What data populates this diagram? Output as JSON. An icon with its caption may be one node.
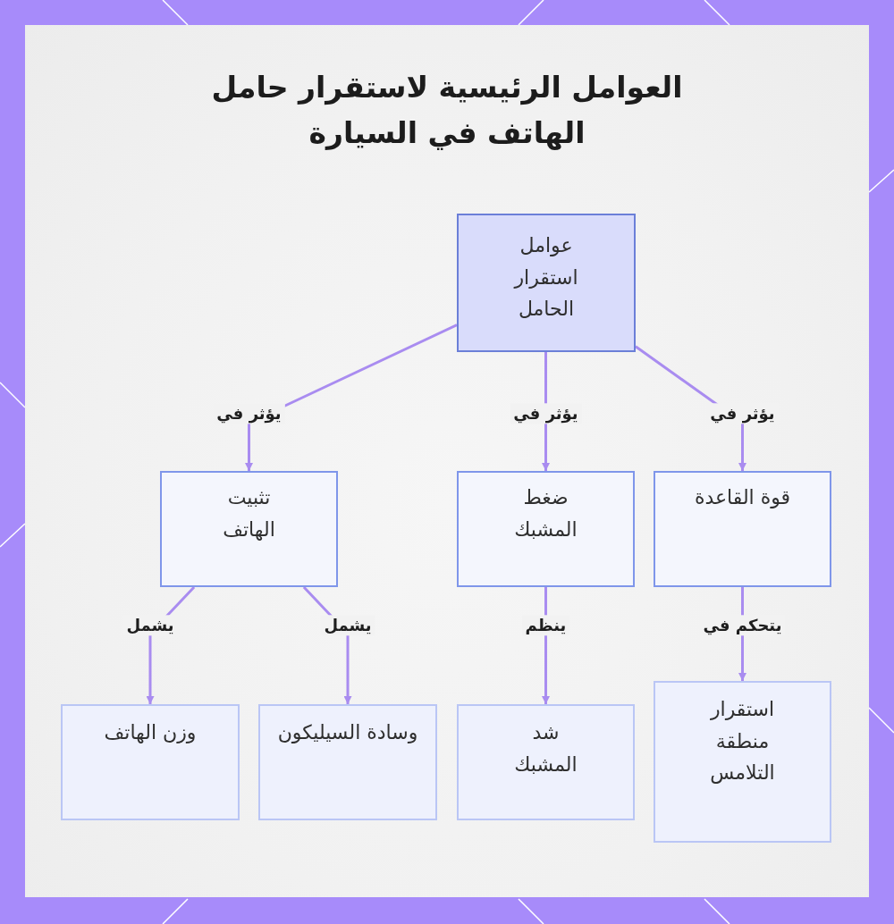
{
  "diagram": {
    "title": "العوامل الرئيسية لاستقرار حامل الهاتف في السيارة",
    "nodes": [
      {
        "text": [
          "عوامل استقرار الحامل"
        ]
      },
      {
        "text": [
          "قوة القاعدة"
        ]
      },
      {
        "text": [
          "ضغط المشبك"
        ]
      },
      {
        "text": [
          "تثبيت الهاتف"
        ]
      },
      {
        "text": [
          "استقرار منطقة التلامس"
        ]
      },
      {
        "text": [
          "شد المشبك"
        ]
      },
      {
        "text": [
          "وسادة السيليكون"
        ]
      },
      {
        "text": [
          "وزن الهاتف"
        ]
      }
    ],
    "edges": [
      {
        "from": 0,
        "to": 1,
        "arrow": "to",
        "label": "يؤثر في"
      },
      {
        "from": 0,
        "to": 2,
        "arrow": "to",
        "label": "يؤثر في"
      },
      {
        "from": 0,
        "to": 3,
        "arrow": "to",
        "label": "يؤثر في"
      },
      {
        "from": 1,
        "to": 4,
        "arrow": "to",
        "label": "يتحكم في"
      },
      {
        "from": 2,
        "to": 5,
        "arrow": "to",
        "label": "ينظم"
      },
      {
        "from": 3,
        "to": 6,
        "arrow": "to",
        "label": "يشمل"
      },
      {
        "from": 3,
        "to": 7,
        "arrow": "to",
        "label": "يشمل"
      }
    ]
  }
}
